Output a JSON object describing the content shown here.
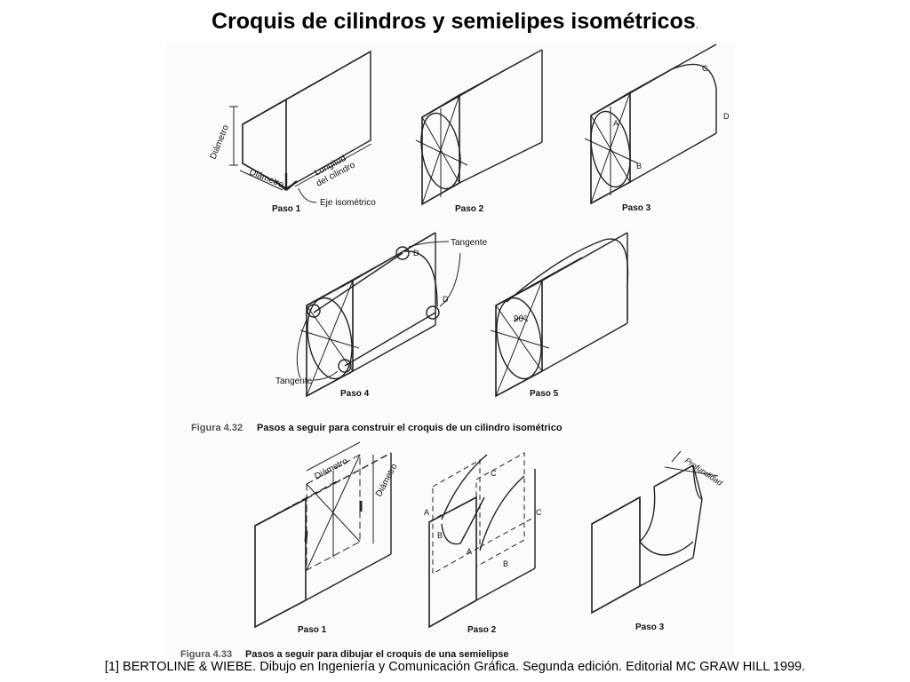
{
  "slide": {
    "title": "Croquis de cilindros y semielipes isométricos",
    "title_dot": ".",
    "citation": "[1] BERTOLINE & WIEBE. Dibujo en Ingeniería y Comunicación Gráfica. Segunda edición. Editorial MC GRAW HILL 1999."
  },
  "fig432": {
    "caption_number": "Figura 4.32",
    "caption_text": "Pasos a seguir para construir el croquis de un cilindro isométrico",
    "steps": [
      "Paso 1",
      "Paso 2",
      "Paso 3",
      "Paso 4",
      "Paso 5"
    ],
    "labels": {
      "diametro_v": "Diámetro",
      "diametro_h": "Diámetro",
      "longitud_1": "Longitud",
      "longitud_2": "del cilindro",
      "eje": "Eje isométrico",
      "tangente_top": "Tangente",
      "tangente_bottom": "Tangente",
      "angle": "90°",
      "A": "A",
      "B": "B",
      "C": "C",
      "D": "D"
    }
  },
  "fig433": {
    "caption_number": "Figura 4.33",
    "caption_text": "Pasos a seguir para dibujar el croquis de una semielipse",
    "steps": [
      "Paso 1",
      "Paso 2",
      "Paso 3"
    ],
    "labels": {
      "diametro_1": "Diámetro",
      "diametro_2": "Diámetro",
      "profundidad": "Profundidad",
      "A": "A",
      "B": "B",
      "C": "C"
    }
  }
}
